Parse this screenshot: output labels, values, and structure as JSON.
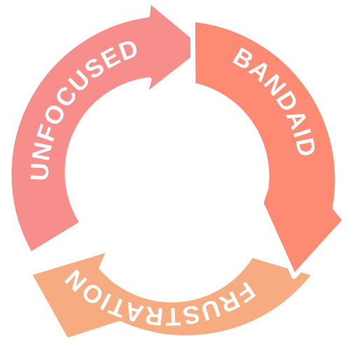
{
  "cycle": {
    "segments": [
      {
        "label": "UNFOCUSED",
        "color": "#f88e8c"
      },
      {
        "label": "BANDAID",
        "color": "#fd8a73"
      },
      {
        "label": "FRUSTRATION",
        "color": "#f6ab80"
      }
    ]
  }
}
